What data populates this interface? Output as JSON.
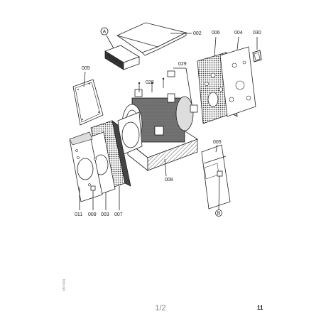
{
  "callouts": {
    "c002": "002",
    "c006": "006",
    "c004": "004",
    "c030": "030",
    "c005_left": "005",
    "c028": "028",
    "c029": "029",
    "c008": "008",
    "c005_right": "005",
    "c011": "011",
    "c009": "009",
    "c003": "003",
    "c007": "007",
    "marker_top": "A",
    "marker_bottom": "B"
  },
  "side_code": "(007.001)",
  "page_indicator": "1/2",
  "page_number": "11"
}
